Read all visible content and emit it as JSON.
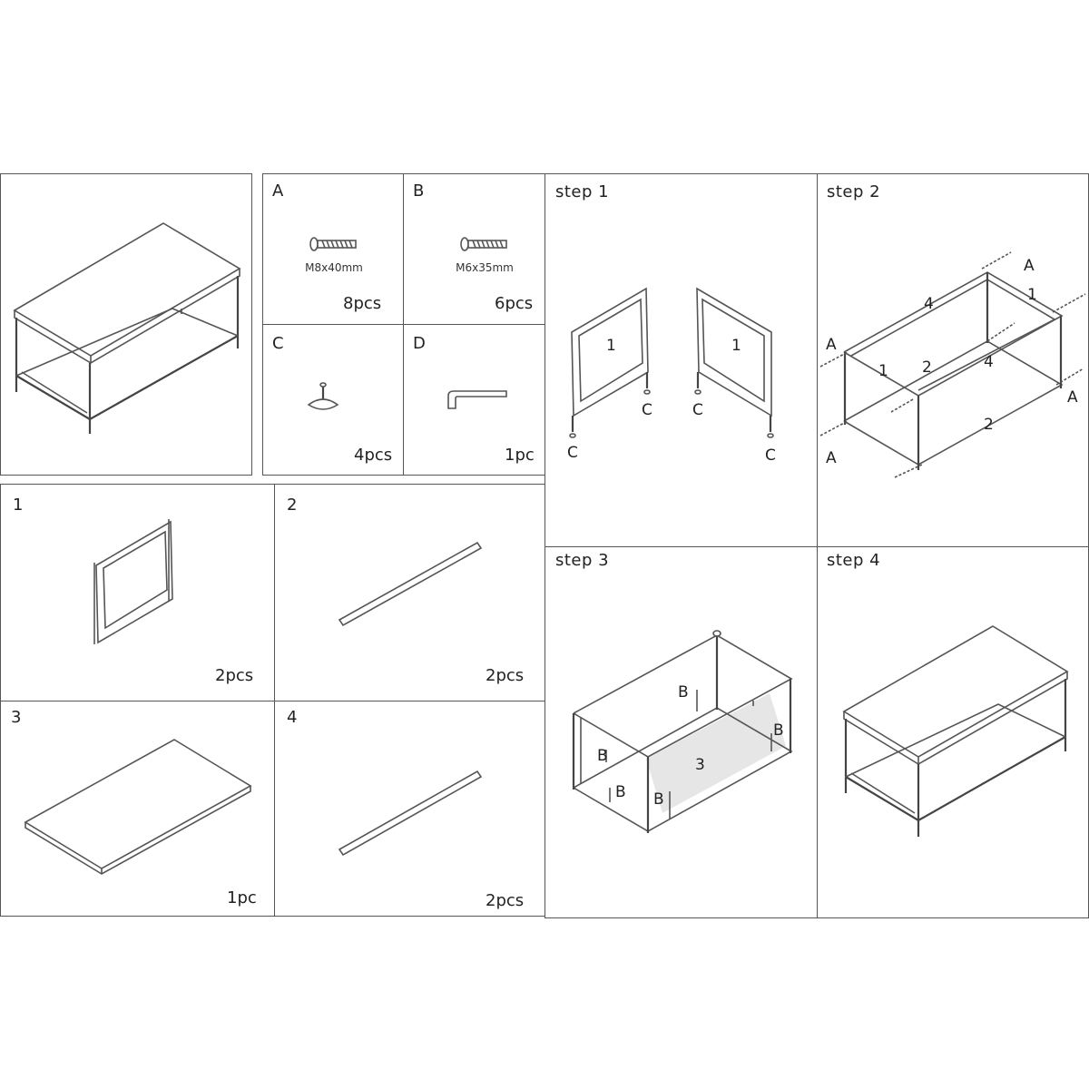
{
  "overview": {},
  "hardware": {
    "A": {
      "label": "A",
      "spec": "M8x40mm",
      "qty": "8pcs"
    },
    "B": {
      "label": "B",
      "spec": "M6x35mm",
      "qty": "6pcs"
    },
    "C": {
      "label": "C",
      "qty": "4pcs"
    },
    "D": {
      "label": "D",
      "qty": "1pc"
    }
  },
  "parts": [
    {
      "label": "1",
      "qty": "2pcs"
    },
    {
      "label": "2",
      "qty": "2pcs"
    },
    {
      "label": "3",
      "qty": "1pc"
    },
    {
      "label": "4",
      "qty": "2pcs"
    }
  ],
  "steps": [
    {
      "label": "step 1"
    },
    {
      "label": "step 2"
    },
    {
      "label": "step 3"
    },
    {
      "label": "step 4"
    }
  ],
  "callouts": {
    "step1": {
      "frame": "1",
      "leg": "C"
    },
    "step2": {
      "screw": "A",
      "side": "1",
      "long_bar": "4",
      "bottom_bar": "2"
    },
    "step3": {
      "screw": "B",
      "board": "3"
    }
  }
}
